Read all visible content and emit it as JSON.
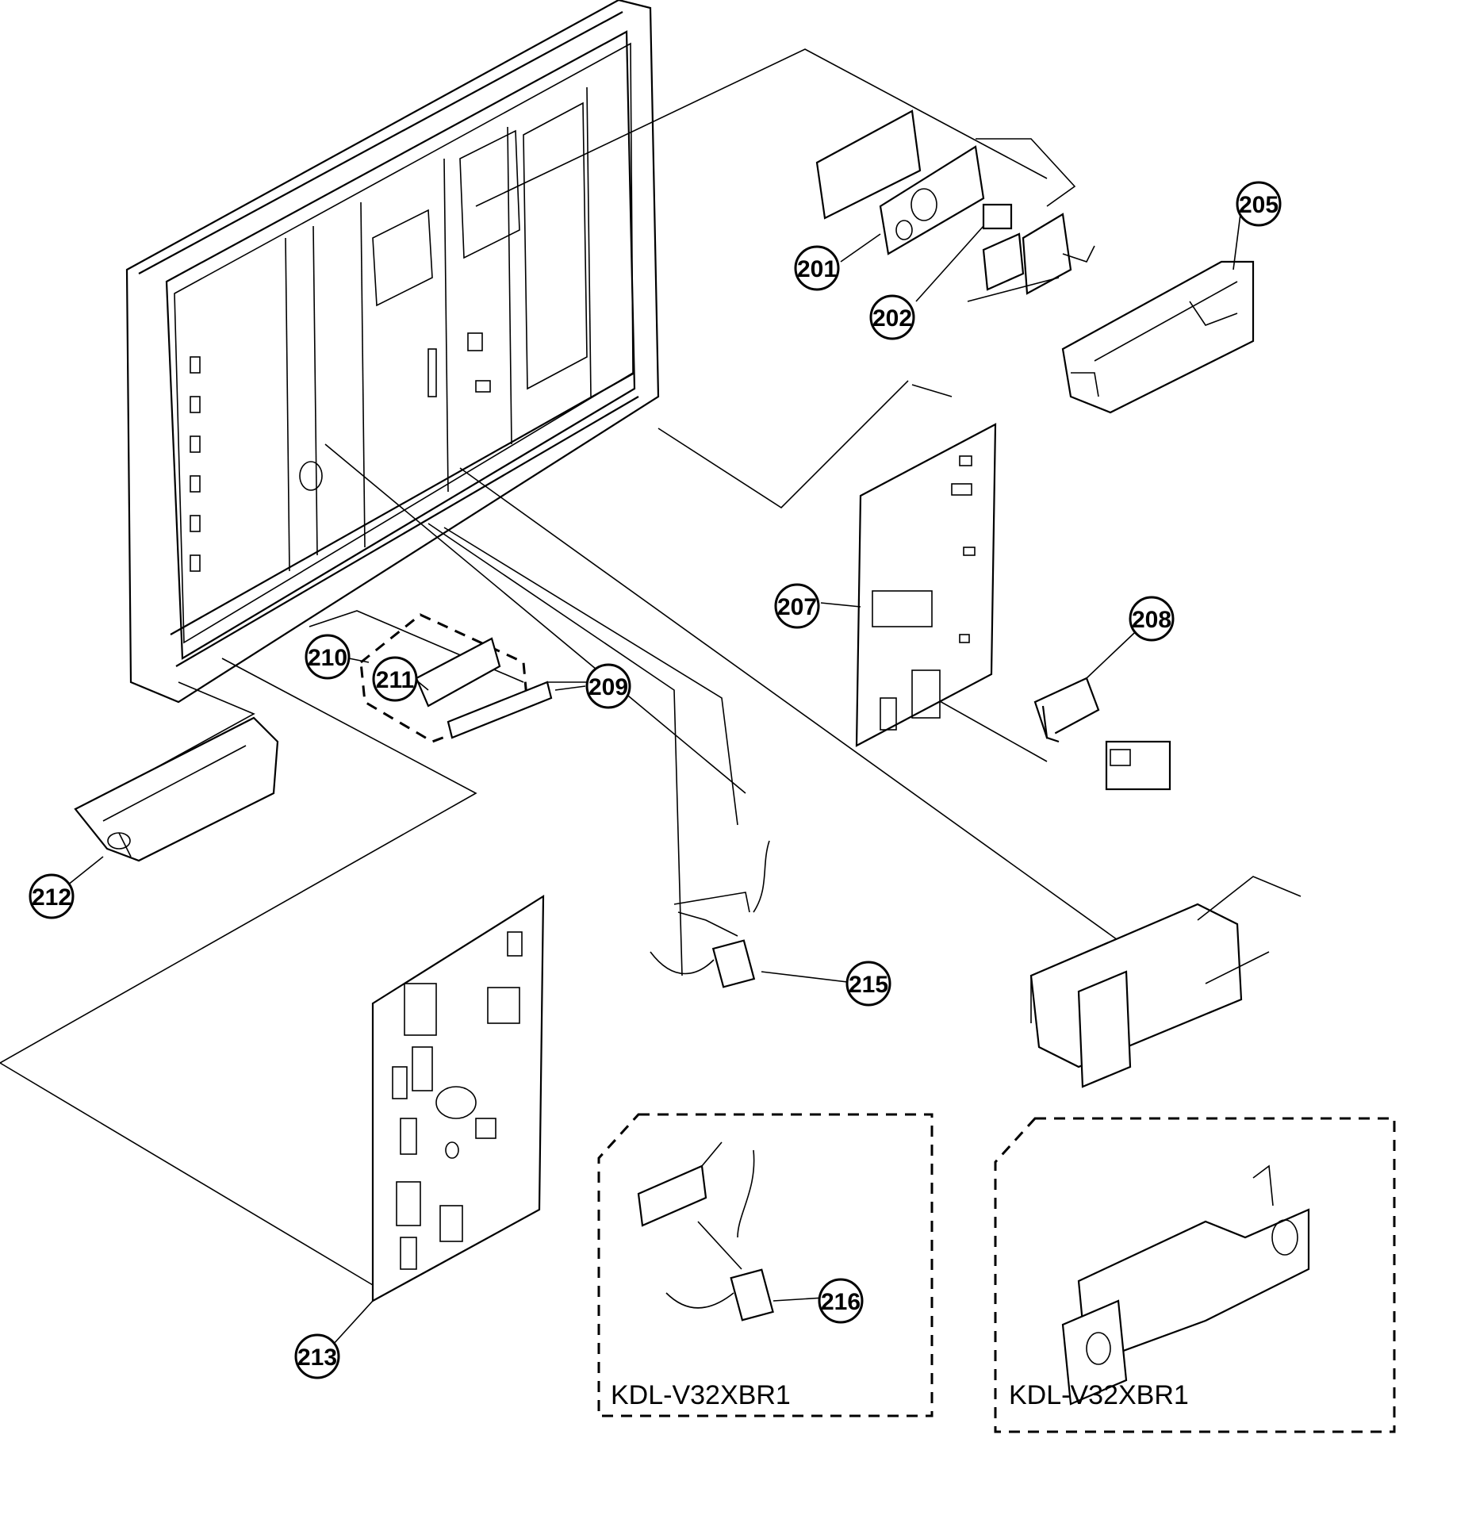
{
  "parts": [
    {
      "id": "p201",
      "label": "201"
    },
    {
      "id": "p202",
      "label": "202"
    },
    {
      "id": "p205",
      "label": "205"
    },
    {
      "id": "p207",
      "label": "207"
    },
    {
      "id": "p208",
      "label": "208"
    },
    {
      "id": "p209",
      "label": "209"
    },
    {
      "id": "p210",
      "label": "210"
    },
    {
      "id": "p211",
      "label": "211"
    },
    {
      "id": "p212",
      "label": "212"
    },
    {
      "id": "p213",
      "label": "213"
    },
    {
      "id": "p215",
      "label": "215"
    },
    {
      "id": "p216",
      "label": "216"
    }
  ],
  "variant_boxes": [
    {
      "model": "KDL-V32XBR1"
    },
    {
      "model": "KDL-V32XBR1"
    }
  ]
}
